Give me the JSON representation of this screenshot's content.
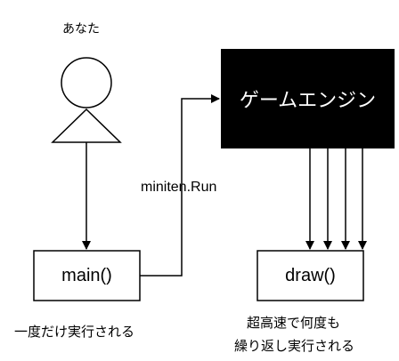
{
  "actor": {
    "label": "あなた"
  },
  "engine": {
    "label": "ゲームエンジン"
  },
  "main_box": {
    "label": "main()"
  },
  "draw_box": {
    "label": "draw()"
  },
  "edge_run": {
    "label": "miniten.Run"
  },
  "notes": {
    "main_once": "一度だけ実行される",
    "draw_line1": "超高速で何度も",
    "draw_line2": "繰り返し実行される"
  }
}
